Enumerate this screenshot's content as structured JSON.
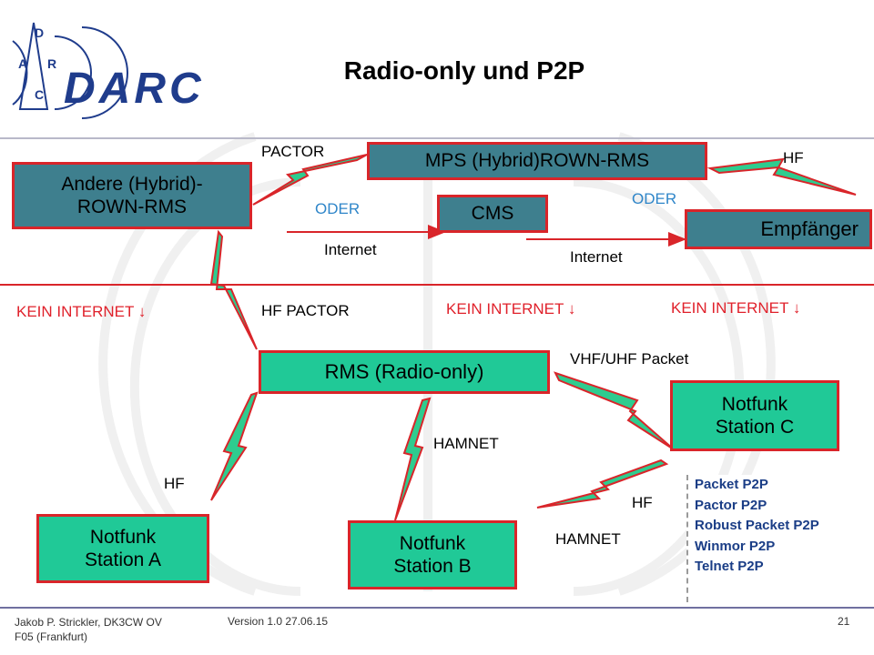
{
  "logo": {
    "vertical_letters": [
      "D",
      "A",
      "R",
      "C"
    ],
    "text": "DARC"
  },
  "slide_title": "Radio-only und P2P",
  "boxes": {
    "andere": "Andere (Hybrid)-\nROWN-RMS",
    "mps": "MPS (Hybrid)ROWN-RMS",
    "cms": "CMS",
    "empfaenger": "Empfänger",
    "rms": "RMS (Radio-only)",
    "station_c": "Notfunk\nStation C",
    "station_a": "Notfunk\nStation A",
    "station_b": "Notfunk\nStation B"
  },
  "labels": {
    "pactor": "PACTOR",
    "hf_top": "HF",
    "oder_left": "ODER",
    "oder_right": "ODER",
    "internet_left": "Internet",
    "internet_right": "Internet",
    "kein_internet_1": "KEIN INTERNET ↓",
    "hf_pactor": "HF PACTOR",
    "kein_internet_2": "KEIN INTERNET ↓",
    "kein_internet_3": "KEIN INTERNET ↓",
    "vhf_uhf": "VHF/UHF Packet",
    "hamnet_mid": "HAMNET",
    "hf_left": "HF",
    "hf_right": "HF",
    "hamnet_low": "HAMNET"
  },
  "p2p_list": [
    "Packet P2P",
    "Pactor P2P",
    "Robust Packet P2P",
    "Winmor P2P",
    "Telnet P2P"
  ],
  "footer": {
    "author": "Jakob P. Strickler,  DK3CW OV\nF05 (Frankfurt)",
    "version": "Version 1.0  27.06.15",
    "page": "21"
  },
  "colors": {
    "box_teal": "#3e7f8e",
    "box_green": "#20c997",
    "border_red": "#d9252a",
    "bolt_green": "#2ecc8f",
    "text_red": "#e0212b",
    "text_blue": "#2f86c9",
    "logo_blue": "#1f3c8c"
  }
}
